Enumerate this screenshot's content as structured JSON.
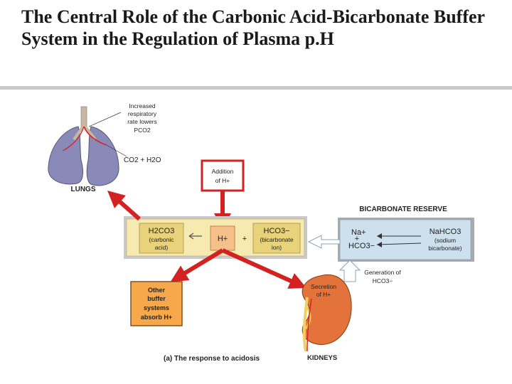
{
  "title": "The Central Role of the Carbonic Acid-Bicarbonate Buffer System in the Regulation of Plasma p.H",
  "colors": {
    "arrow_red": "#d42222",
    "buffer_band": "#f7eab0",
    "reserve_panel": "#cde0ee",
    "acid_box": "#f6c08a",
    "lung": "#8a8ab8",
    "kidney": "#e3733a"
  },
  "diagram": {
    "lungs": {
      "note": [
        "Increased",
        "respiratory",
        "rate lowers",
        "PCO2"
      ],
      "gas": "CO2 + H2O",
      "label": "LUNGS"
    },
    "addition": [
      "Addition",
      "of H+"
    ],
    "buffer": {
      "acid_formula": "H2CO3",
      "acid_name": [
        "(carbonic",
        "acid)"
      ],
      "hydrogen": "H+",
      "plus": "+",
      "bicarb_formula": "HCO3−",
      "bicarb_name": [
        "(bicarbonate",
        "ion)"
      ]
    },
    "reserve": {
      "title": "BICARBONATE RESERVE",
      "na": "Na+",
      "hco3": "HCO3−",
      "plus": "+",
      "salt_formula": "NaHCO3",
      "salt_name": [
        "(sodium",
        "bicarbonate)"
      ]
    },
    "generation": [
      "Generation of",
      "HCO3−"
    ],
    "other_buffers": [
      "Other",
      "buffer",
      "systems",
      "absorb H+"
    ],
    "kidneys": {
      "secretion": [
        "Secretion",
        "of H+"
      ],
      "label": "KIDNEYS"
    },
    "caption": "(a) The response to acidosis"
  }
}
